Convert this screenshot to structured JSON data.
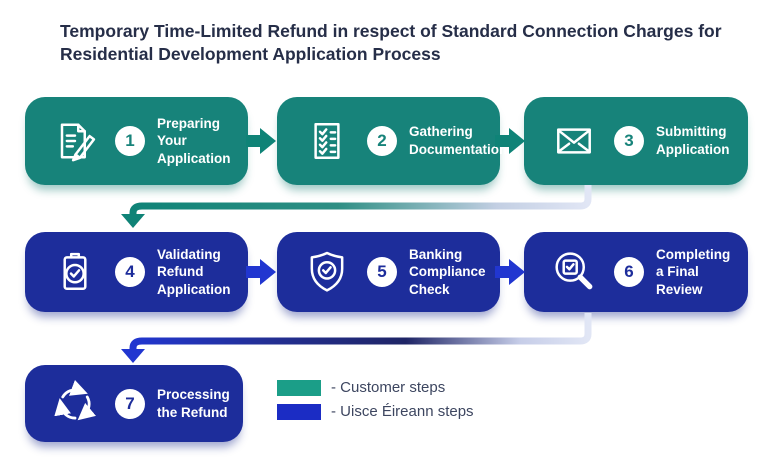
{
  "title": "Temporary Time-Limited Refund in respect of Standard Connection Charges for Residential Development Application Process",
  "steps": [
    {
      "number": "1",
      "label": "Preparing Your\nApplication",
      "icon": "document-pencil-icon",
      "type": "customer"
    },
    {
      "number": "2",
      "label": "Gathering\nDocumentation",
      "icon": "checklist-icon",
      "type": "customer"
    },
    {
      "number": "3",
      "label": "Submitting\nApplication",
      "icon": "envelope-icon",
      "type": "customer"
    },
    {
      "number": "4",
      "label": "Validating\nRefund\nApplication",
      "icon": "clipboard-check-icon",
      "type": "uisce-eireann"
    },
    {
      "number": "5",
      "label": "Banking\nCompliance\nCheck",
      "icon": "shield-check-icon",
      "type": "uisce-eireann"
    },
    {
      "number": "6",
      "label": "Completing\na Final\nReview",
      "icon": "magnifier-check-icon",
      "type": "uisce-eireann"
    },
    {
      "number": "7",
      "label": "Processing\nthe Refund",
      "icon": "circular-arrows-icon",
      "type": "uisce-eireann"
    }
  ],
  "legend": {
    "items": [
      {
        "label": "- Customer steps",
        "color": "#1B9E88"
      },
      {
        "label": "- Uisce Éireann steps",
        "color": "#1B2CC4"
      }
    ]
  },
  "colors": {
    "customer_box": "#17837A",
    "customer_arrow": "#0F8377",
    "uisce_eireann_box": "#1D2D9B",
    "uisce_eireann_arrow": "#2136D0",
    "title_text": "#262E48",
    "legend_text": "#3D4660",
    "connector_fade": "#E1E6F5"
  }
}
